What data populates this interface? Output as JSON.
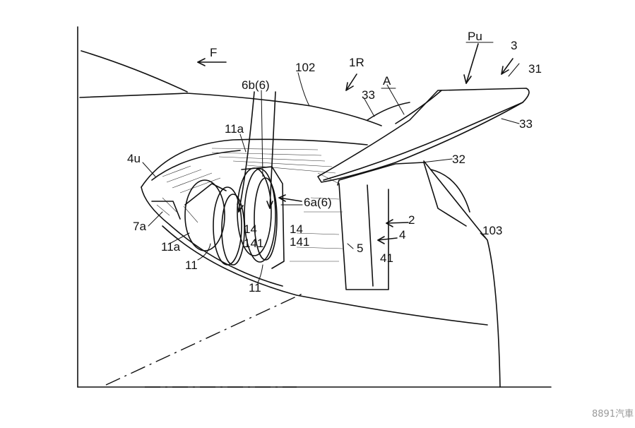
{
  "labels": {
    "F": "F",
    "Pu": "Pu",
    "n3": "3",
    "n31": "31",
    "n102": "102",
    "n1R": "1R",
    "A": "A",
    "n33a": "33",
    "n33b": "33",
    "n6b6": "6b(6)",
    "n11a_top": "11a",
    "n32": "32",
    "n4u": "4u",
    "n6a6": "6a(6)",
    "n2": "2",
    "n7a": "7a",
    "n14a": "14",
    "n14b": "14",
    "n4": "4",
    "n103": "103",
    "n11a_bot": "11a",
    "n141a": "141",
    "n141b": "141",
    "n5": "5",
    "n41": "41",
    "n11_left": "11",
    "n11_bot": "11"
  },
  "watermark": "8891汽車"
}
